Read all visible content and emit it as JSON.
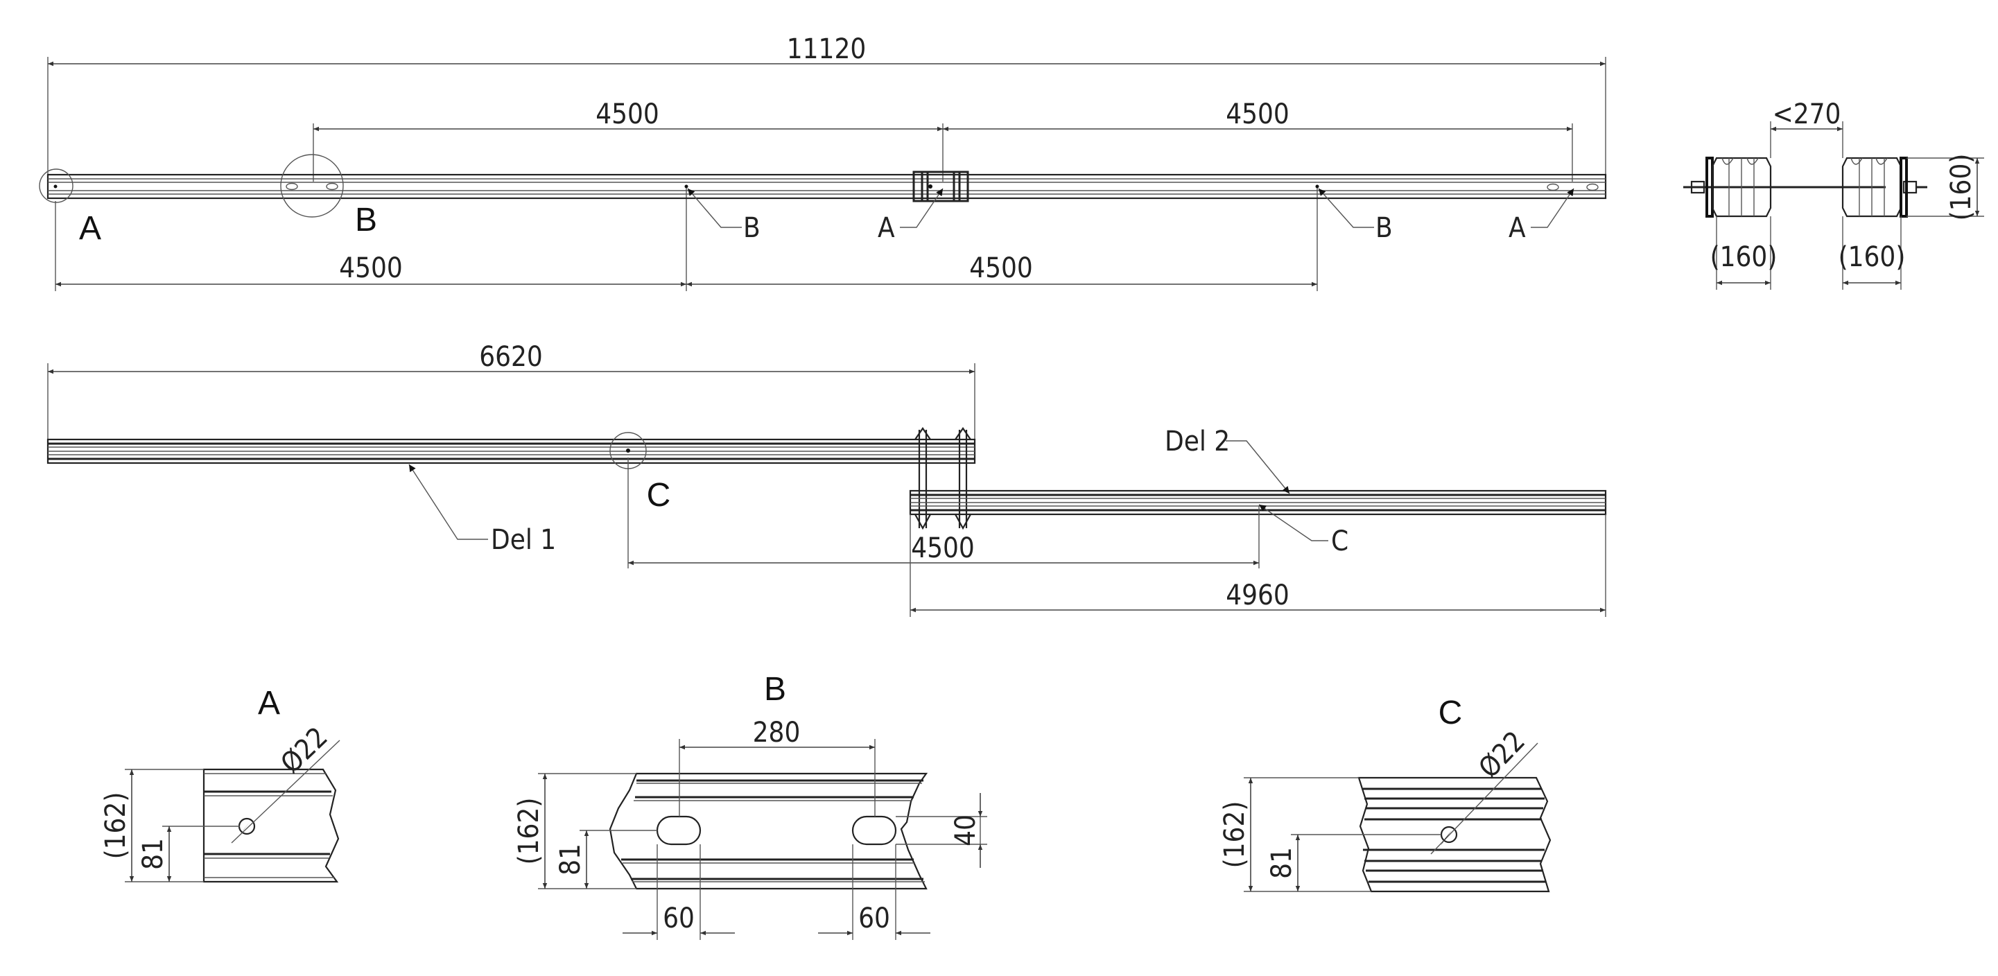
{
  "top_view": {
    "overall_length": "11120",
    "upper_dim_left": "4500",
    "upper_dim_right": "4500",
    "lower_dim_left": "4500",
    "lower_dim_right": "4500",
    "detail_label_a": "A",
    "detail_label_b": "B",
    "callouts": [
      "B",
      "A",
      "B",
      "A"
    ]
  },
  "end_view": {
    "gap": "<270",
    "height": "(160)",
    "width_left": "(160)",
    "width_right": "(160)"
  },
  "side_view": {
    "part1_length": "6620",
    "part1_label": "Del 1",
    "part2_label": "Del 2",
    "detail_label_c": "C",
    "callout_c": "C",
    "hole_offset": "4500",
    "part2_length": "4960"
  },
  "detail_a": {
    "title": "A",
    "hole_dia": "Ø22",
    "height": "(162)",
    "hole_height": "81"
  },
  "detail_b": {
    "title": "B",
    "hole_spacing": "280",
    "height": "(162)",
    "hole_height": "81",
    "slot_height": "40",
    "slot_width_left": "60",
    "slot_width_right": "60"
  },
  "detail_c": {
    "title": "C",
    "hole_dia": "Ø22",
    "height": "(162)",
    "hole_height": "81"
  }
}
